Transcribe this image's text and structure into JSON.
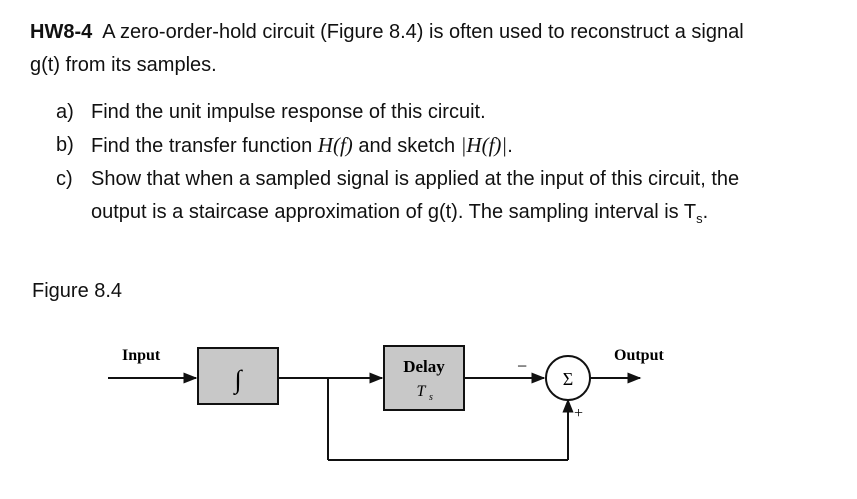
{
  "problem": {
    "id": "HW8-4",
    "statement_line1": "A zero-order-hold circuit (Figure 8.4) is often used to reconstruct a signal",
    "statement_line2": "g(t) from its samples.",
    "parts": [
      {
        "letter": "a)",
        "text": "Find the unit impulse response of this circuit."
      },
      {
        "letter": "b)",
        "text_before": "Find the transfer function ",
        "math1": "H(f)",
        "text_mid": " and sketch ",
        "math2": "|H(f)|",
        "text_after": "."
      },
      {
        "letter": "c)",
        "text_line1": "Show that when a sampled signal is applied at the input of this circuit, the",
        "text_line2": "output is a staircase approximation of g(t). The sampling interval is T",
        "subscript": "s",
        "text_end": "."
      }
    ]
  },
  "figure": {
    "label": "Figure 8.4",
    "input_label": "Input",
    "output_label": "Output",
    "integrator_symbol": "∫",
    "delay_label": "Delay",
    "delay_param": "T",
    "delay_param_sub": "s",
    "summer_symbol": "Σ",
    "minus_sign": "−",
    "plus_sign": "+",
    "block_fill": "#c8c8c8"
  }
}
